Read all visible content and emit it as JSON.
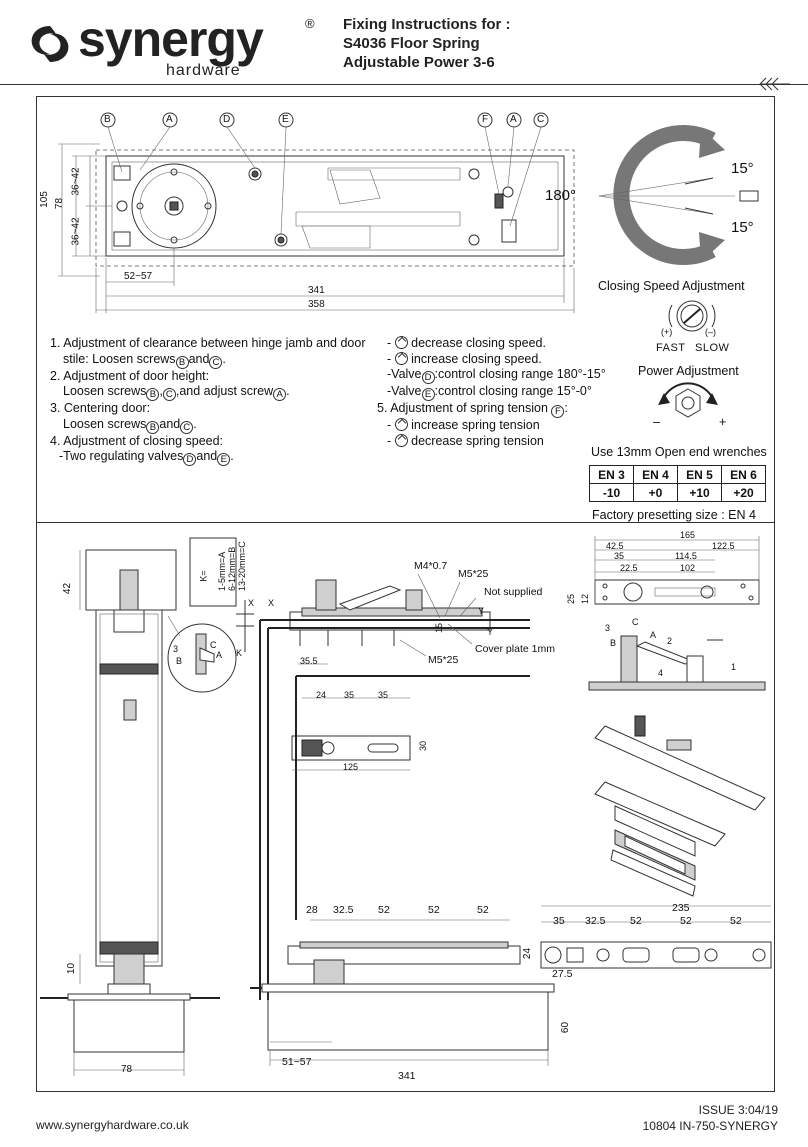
{
  "brand": {
    "name": "synergy",
    "registered": "®",
    "sub": "hardware"
  },
  "title": {
    "line1": "Fixing Instructions for :",
    "line2": "S4036 Floor Spring",
    "line3": "Adjustable Power 3-6"
  },
  "top_drawing": {
    "callouts": [
      "B",
      "A",
      "D",
      "E",
      "F",
      "A",
      "C"
    ],
    "dims": {
      "d105": "105",
      "d78": "78",
      "d36a": "36~42",
      "d36b": "36~42",
      "d52": "52~57",
      "d341": "341",
      "d358": "358"
    }
  },
  "closing_speed": {
    "angle_top": "15°",
    "angle_bottom": "15°",
    "angle_left": "180°",
    "caption": "Closing Speed Adjustment"
  },
  "power": {
    "fast_sign": "(+)",
    "slow_sign": "(–)",
    "fast": "FAST",
    "slow": "SLOW",
    "caption": "Power Adjustment",
    "minus": "–",
    "plus": "+"
  },
  "instructions_left": {
    "l1": "1. Adjustment of clearance between hinge jamb and door",
    "l2": "stile: Loosen screws",
    "l2_b": "B",
    "l2_and": "and",
    "l2_c": "C",
    "l2_end": ".",
    "l3": "2. Adjustment of door height:",
    "l4": "Loosen screws",
    "l4_b": "B",
    "l4_comma": ",",
    "l4_c": "C",
    "l4_mid": ",and adjust screw",
    "l4_a": "A",
    "l4_end": ".",
    "l5": "3. Centering door:",
    "l6": "Loosen screws",
    "l6_b": "B",
    "l6_and": "and",
    "l6_c": "C",
    "l6_end": ".",
    "l7": "4. Adjustment of closing speed:",
    "l8": "-Two regulating valves",
    "l8_d": "D",
    "l8_and": "and",
    "l8_e": "E",
    "l8_end": "."
  },
  "instructions_right": {
    "r1": "decrease closing speed.",
    "r2": "increase closing speed.",
    "r3_pre": "-Valve",
    "r3_d": "D",
    "r3_post": ":control closing range 180°-15°",
    "r4_pre": "-Valve",
    "r4_e": "E",
    "r4_post": ":control closing range 15°-0°",
    "r5": "5. Adjustment of spring tension",
    "r5_f": "F",
    "r5_end": ":",
    "r6": "increase spring tension",
    "r7": "decrease spring tension",
    "dash": "-"
  },
  "wrench": {
    "label": "Use 13mm Open end wrenches",
    "headers": [
      "EN 3",
      "EN 4",
      "EN 5",
      "EN 6"
    ],
    "values": [
      "-10",
      "+0",
      "+10",
      "+20"
    ],
    "factory": "Factory presetting size : EN 4"
  },
  "section_left": {
    "d42": "42",
    "d10": "10",
    "d78": "78",
    "k_label": "K=",
    "k1": "1-5mm=A",
    "k2": "6-12mm=B",
    "k3": "13-20mm=C",
    "k_short": "K",
    "n3": "3",
    "nC": "C",
    "nA": "A",
    "nB": "B"
  },
  "section_mid": {
    "m4": "M4*0.7",
    "m5a": "M5*25",
    "not_supplied": "Not supplied",
    "cover": "Cover plate 1mm",
    "m5b": "M5*25",
    "d15": "15",
    "d355": "35.5",
    "d24": "24",
    "d35a": "35",
    "d35b": "35",
    "d30": "30",
    "d125": "125",
    "d28": "28",
    "d325": "32.5",
    "d52a": "52",
    "d52b": "52",
    "d52c": "52",
    "d24b": "24",
    "d275": "27.5",
    "d60": "60",
    "d5157": "51~57",
    "d341": "341",
    "x1": "X",
    "x2": "X",
    "y1": "Y",
    "y2": "Y"
  },
  "section_right": {
    "d165": "165",
    "d425": "42.5",
    "d1225": "122.5",
    "d35": "35",
    "d1145": "114.5",
    "d225": "22.5",
    "d102": "102",
    "d25": "25",
    "d12": "12",
    "n3": "3",
    "nC": "C",
    "nA": "A",
    "nB": "B",
    "n2": "2",
    "n4": "4",
    "n1": "1",
    "d235": "235",
    "d35b": "35",
    "d325": "32.5",
    "d52a": "52",
    "d52b": "52",
    "d52c": "52"
  },
  "footer": {
    "website": "www.synergyhardware.co.uk",
    "issue": "ISSUE 3:04/19",
    "code": "10804 IN-750-SYNERGY"
  }
}
